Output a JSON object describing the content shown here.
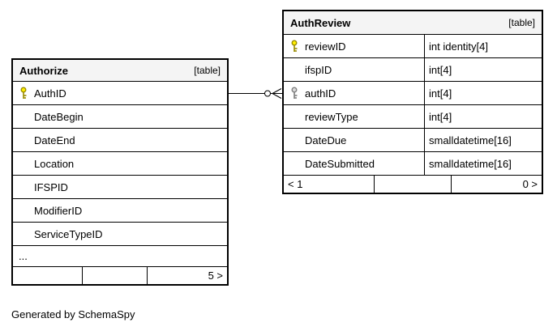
{
  "footer_note": "Generated by SchemaSpy",
  "tables": {
    "authorize": {
      "title": "Authorize",
      "type_label": "[table]",
      "rows": [
        {
          "name": "AuthID",
          "key": "primary"
        },
        {
          "name": "DateBegin",
          "key": ""
        },
        {
          "name": "DateEnd",
          "key": ""
        },
        {
          "name": "Location",
          "key": ""
        },
        {
          "name": "IFSPID",
          "key": ""
        },
        {
          "name": "ModifierID",
          "key": ""
        },
        {
          "name": "ServiceTypeID",
          "key": ""
        },
        {
          "name": "...",
          "key": ""
        }
      ],
      "footer": {
        "cell1": "",
        "cell2": "",
        "cell3": "5 >"
      }
    },
    "authreview": {
      "title": "AuthReview",
      "type_label": "[table]",
      "rows": [
        {
          "name": "reviewID",
          "type": "int identity[4]",
          "key": "primary"
        },
        {
          "name": "ifspID",
          "type": "int[4]",
          "key": ""
        },
        {
          "name": "authID",
          "type": "int[4]",
          "key": "foreign"
        },
        {
          "name": "reviewType",
          "type": "int[4]",
          "key": ""
        },
        {
          "name": "DateDue",
          "type": "smalldatetime[16]",
          "key": ""
        },
        {
          "name": "DateSubmitted",
          "type": "smalldatetime[16]",
          "key": ""
        }
      ],
      "footer": {
        "cell1": "< 1",
        "cell2": "",
        "cell3": "0 >"
      }
    }
  },
  "relationship": {
    "from_table": "Authorize",
    "from_column": "AuthID",
    "to_table": "AuthReview",
    "to_column": "authID"
  },
  "colors": {
    "header_bg": "#f4f4f4",
    "row_bg": "#ffffff",
    "border": "#000000",
    "primary_key": "#ffee00",
    "foreign_key": "#d9d9d9"
  }
}
